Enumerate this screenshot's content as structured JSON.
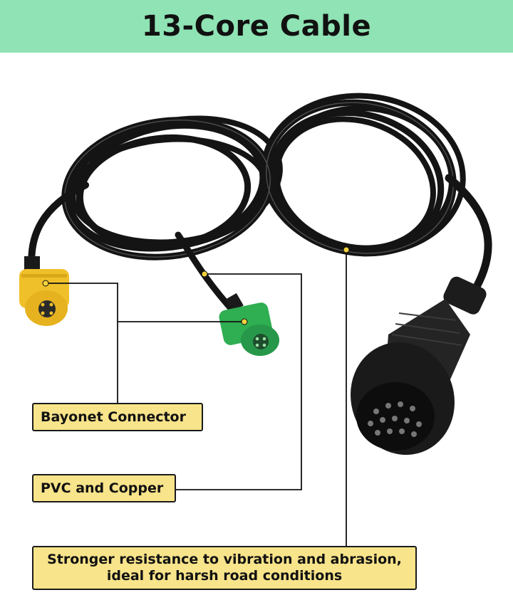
{
  "title": "13-Core Cable",
  "callouts": {
    "connector": "Bayonet Connector",
    "material": "PVC and Copper",
    "durability_line1": "Stronger resistance to vibration and abrasion,",
    "durability_line2": "ideal for harsh road conditions"
  },
  "colors": {
    "banner": "#8fe3b4",
    "callout_fill": "#f8e48a",
    "yellow_plug": "#f0c02a",
    "green_plug": "#2fae52",
    "cable": "#111111"
  },
  "icons": [
    "coiled-cable-illustration",
    "yellow-bayonet-plug-icon",
    "green-bayonet-plug-icon",
    "13-pin-plug-icon"
  ]
}
